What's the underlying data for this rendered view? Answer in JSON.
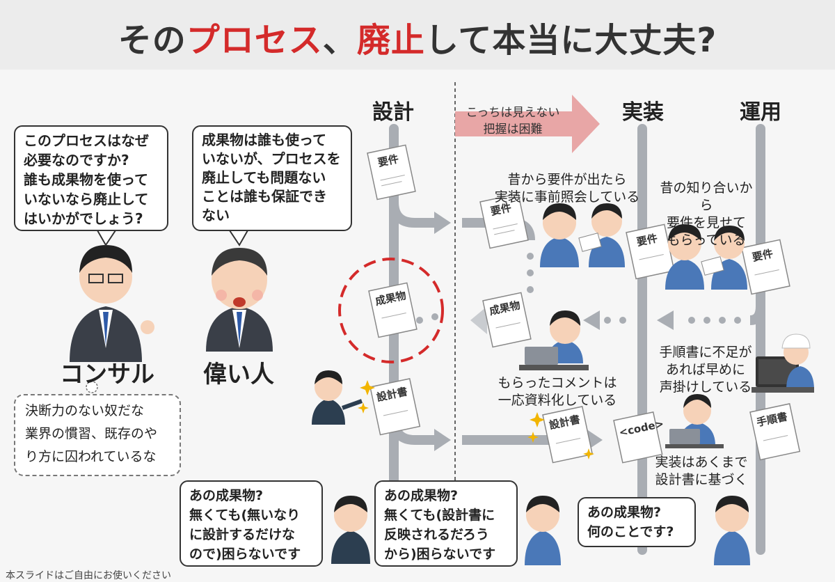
{
  "title": {
    "part1": "その",
    "part2": "プロセス",
    "part3": "、",
    "part4": "廃止",
    "part5": "して本当に大丈夫?"
  },
  "columns": {
    "design": "設計",
    "implement": "実装",
    "operate": "運用"
  },
  "hidden_arrow_text": "こっちは見えない\n把握は困難",
  "consultant": {
    "name": "コンサル",
    "speech": "このプロセスはなぜ\n必要なのですか?\n誰も成果物を使って\nいないなら廃止して\nはいかがでしょう?",
    "thought": "決断力のない奴だな\n業界の慣習、既存のや\nり方に囚われているな"
  },
  "boss": {
    "name": "偉い人",
    "speech": "成果物は誰も使って\nいないが、プロセスを\n廃止しても問題ない\nことは誰も保証でき\nない"
  },
  "captions": {
    "impl_query": "昔から要件が出たら\n実装に事前照会している",
    "ops_requirements": "昔の知り合いから\n要件を見せて\nもらっている",
    "impl_document": "もらったコメントは\n一応資料化している",
    "ops_manual": "手順書に不足が\nあれば早めに\n声掛けしている",
    "impl_design_based": "実装はあくまで\n設計書に基づく"
  },
  "docs": {
    "requirements": "要件",
    "deliverable": "成果物",
    "design_doc": "設計書",
    "code": "<code>",
    "manual": "手順書"
  },
  "bottom_bubbles": {
    "design_staff": "あの成果物?\n無くても(無いなり\nに設計するだけな\nので)困らないです",
    "impl_staff": "あの成果物?\n無くても(設計書に\n反映されるだろう\nから)困らないです",
    "ops_staff": "あの成果物?\n何のことです?"
  },
  "footer": "本スライドはご自由にお使いください",
  "colors": {
    "accent_red": "#d42a2a",
    "flow_gray": "#a9adb3",
    "hidden_arrow": "#e8a6a6"
  }
}
